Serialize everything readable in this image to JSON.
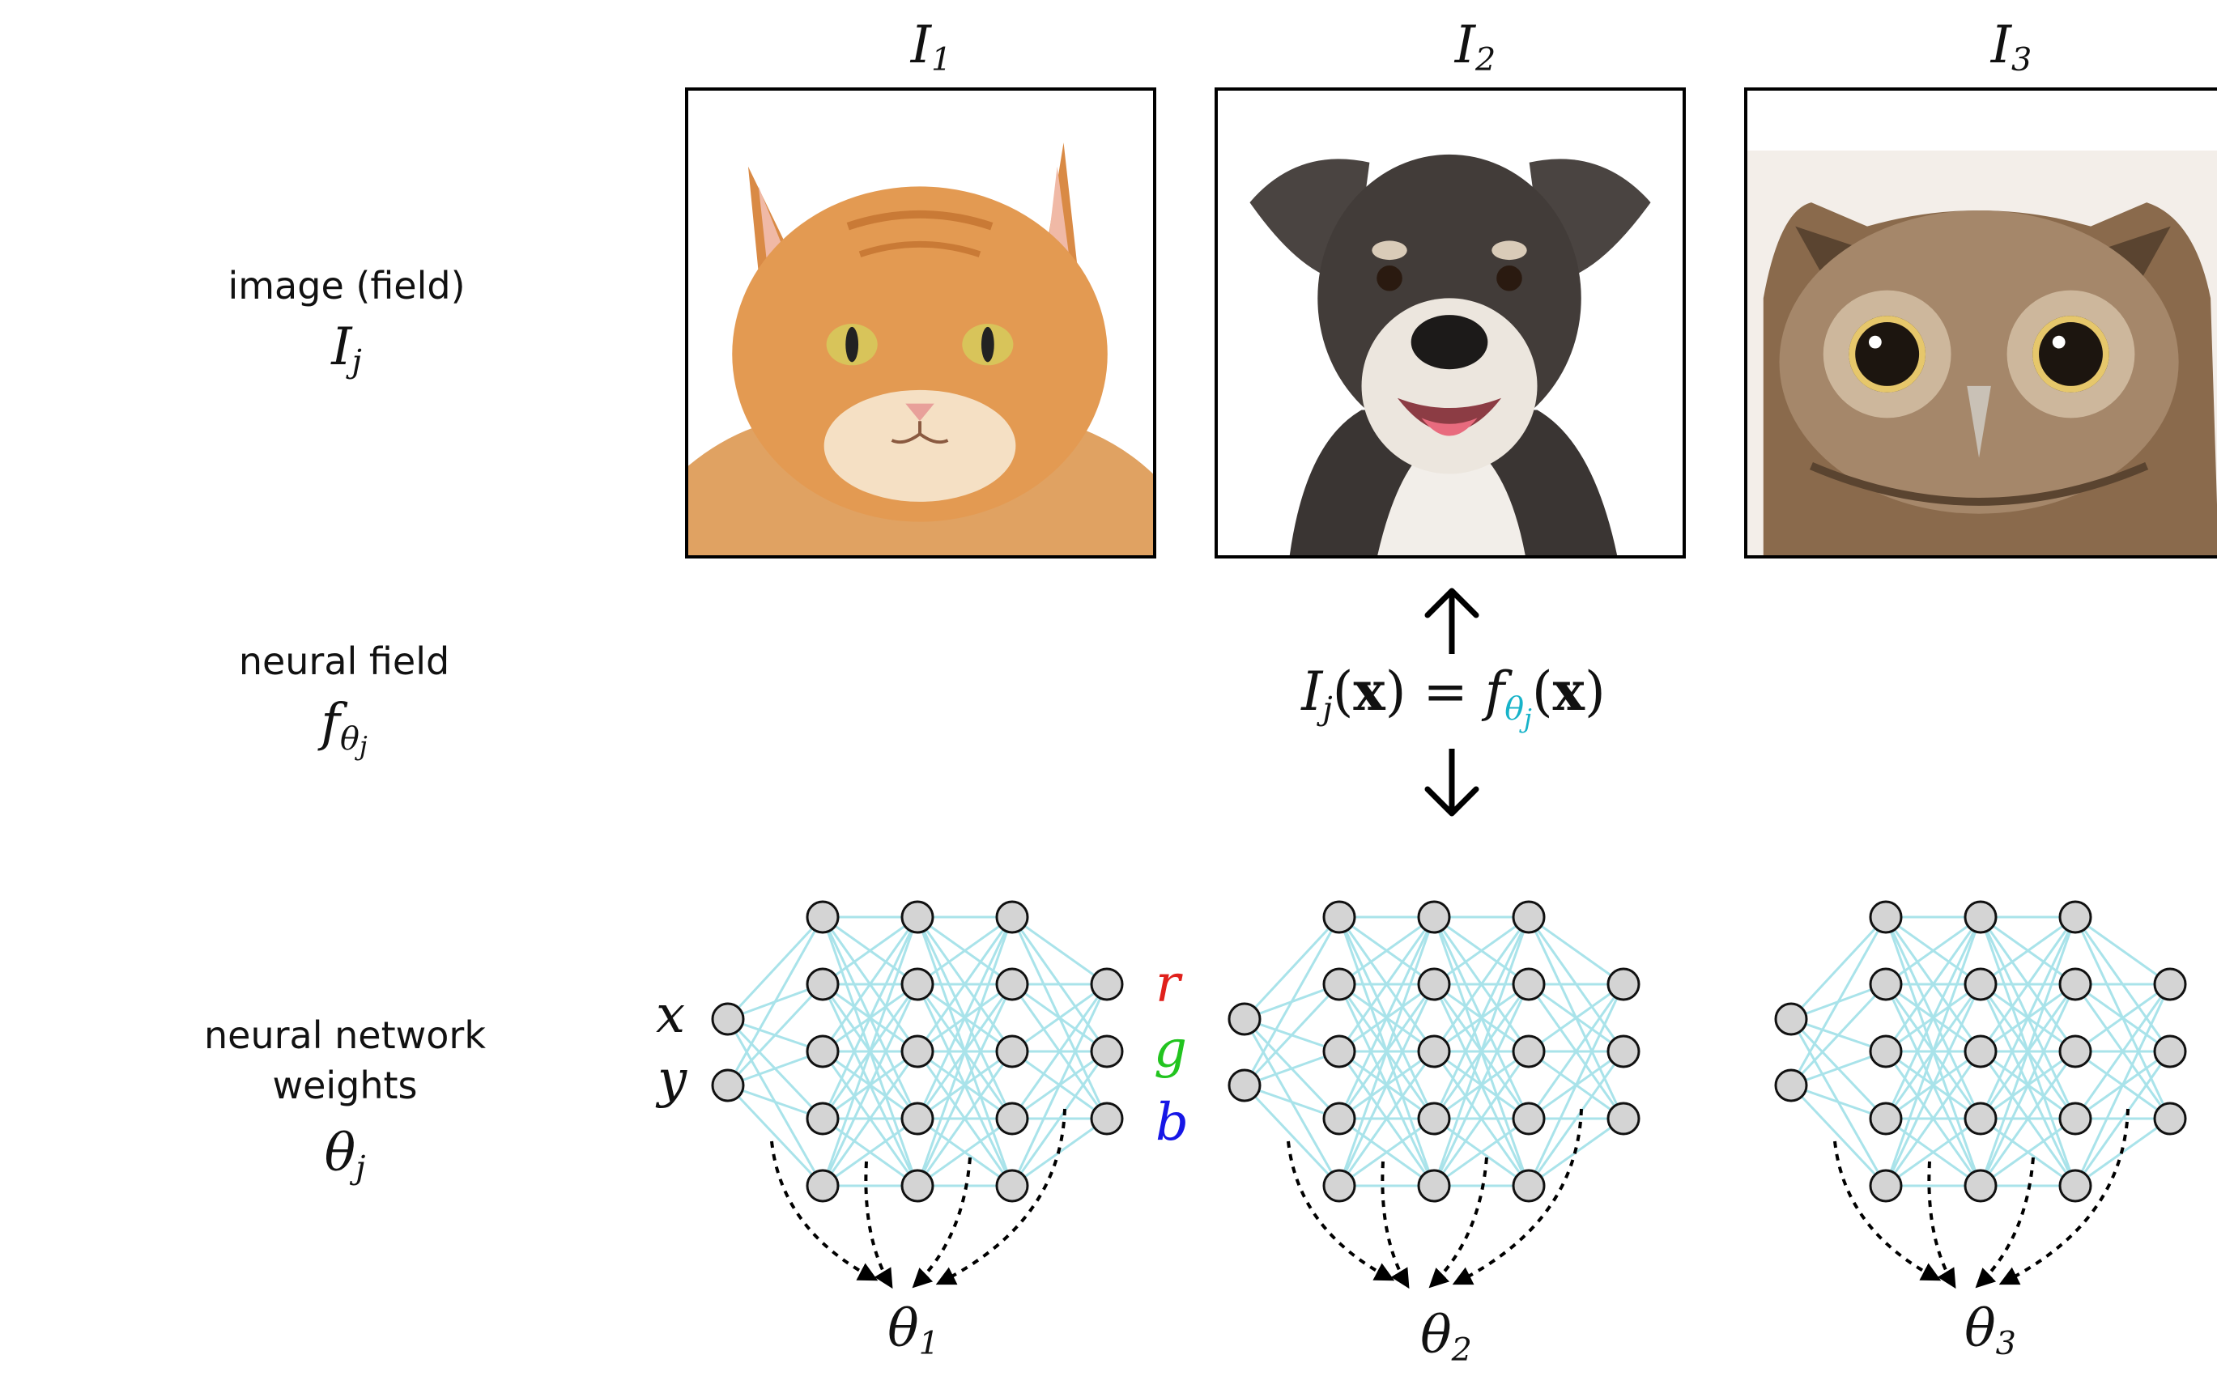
{
  "row_labels": {
    "image": {
      "title": "image (field)",
      "symbol": "I",
      "symbol_sub": "j"
    },
    "field": {
      "title": "neural field",
      "symbol": "f",
      "symbol_sub": "θ",
      "symbol_subsub": "j"
    },
    "weights": {
      "title_line1": "neural network",
      "title_line2": "weights",
      "symbol": "θ",
      "symbol_sub": "j"
    }
  },
  "columns": [
    {
      "image_label": "I",
      "image_sub": "1",
      "theta_label": "θ",
      "theta_sub": "1",
      "image_subject": "cat-photo"
    },
    {
      "image_label": "I",
      "image_sub": "2",
      "theta_label": "θ",
      "theta_sub": "2",
      "image_subject": "dog-photo"
    },
    {
      "image_label": "I",
      "image_sub": "3",
      "theta_label": "θ",
      "theta_sub": "3",
      "image_subject": "owl-photo"
    }
  ],
  "equation": {
    "lhs_fn": "I",
    "lhs_sub": "j",
    "lhs_arg": "x",
    "equals": "=",
    "rhs_fn": "f",
    "rhs_sub": "θ",
    "rhs_subsub": "j",
    "rhs_arg": "x"
  },
  "network_io": {
    "inputs": [
      "x",
      "y"
    ],
    "outputs": [
      {
        "label": "r",
        "color": "#e0201b"
      },
      {
        "label": "g",
        "color": "#22c41f"
      },
      {
        "label": "b",
        "color": "#1616e6"
      }
    ]
  },
  "colors": {
    "edge": "#a9e3ea",
    "node_fill": "#d4d4d4",
    "node_stroke": "#111111",
    "accent": "#17b3c9"
  }
}
